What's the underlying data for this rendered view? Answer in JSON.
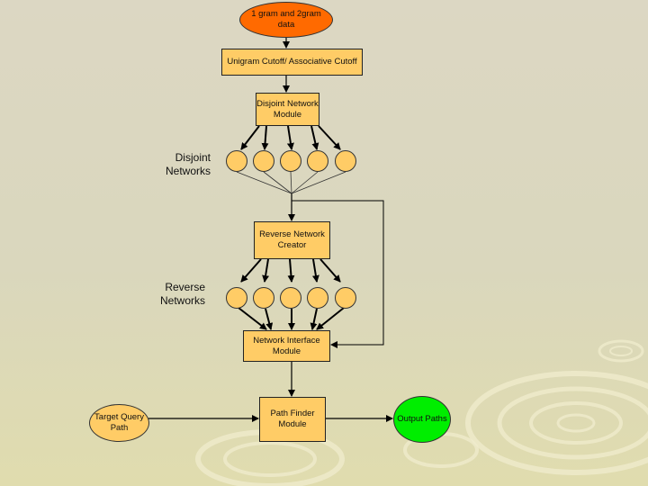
{
  "nodes": {
    "source_data": "1 gram and 2gram\ndata",
    "cutoff": "Unigram Cutoff/ Associative Cutoff",
    "disjoint_module": "Disjoint Network\nModule",
    "reverse_creator": "Reverse Network\nCreator",
    "interface_module": "Network Interface\nModule",
    "path_finder": "Path Finder\nModule",
    "target_query": "Target Query\nPath",
    "output_paths": "Output Paths"
  },
  "labels": {
    "disjoint_networks": "Disjoint\nNetworks",
    "reverse_networks": "Reverse\nNetworks"
  },
  "colors": {
    "box_fill": "#ffcc66",
    "source_fill": "#ff6a00",
    "output_fill": "#00ee00",
    "target_fill": "#ffcc66"
  }
}
